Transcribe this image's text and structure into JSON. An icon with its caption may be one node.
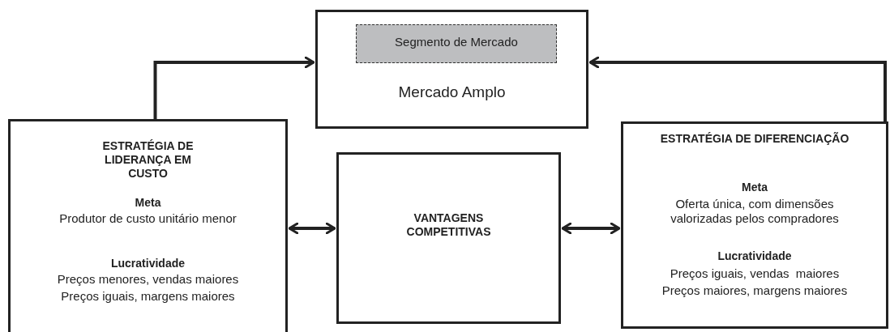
{
  "diagram": {
    "nodes": [
      {
        "text": [
          "Mercado Amplo"
        ]
      },
      {
        "text": [
          "Segmento de Mercado"
        ],
        "in": 0
      },
      {
        "text": [
          "ESTRATÉGIA DE LIDERANÇA EM CUSTO",
          "Meta",
          "Produtor de custo unitário menor",
          "Lucratividade",
          "Preços menores, vendas maiores",
          "Preços iguais, margens maiores"
        ]
      },
      {
        "text": [
          "VANTAGENS COMPETITIVAS"
        ]
      },
      {
        "text": [
          "ESTRATÉGIA DE DIFERENCIAÇÃO",
          "Meta",
          "Oferta única, com dimensões valorizadas pelos compradores",
          "Lucratividade",
          "Preços iguais, vendas  maiores",
          "Preços maiores, margens maiores"
        ]
      }
    ],
    "edges": [
      {
        "from": 2,
        "to": 0,
        "arrow": "to"
      },
      {
        "from": 4,
        "to": 0,
        "arrow": "to"
      },
      {
        "from": 2,
        "to": 3,
        "arrow": "both"
      },
      {
        "from": 3,
        "to": 4,
        "arrow": "both"
      }
    ]
  }
}
